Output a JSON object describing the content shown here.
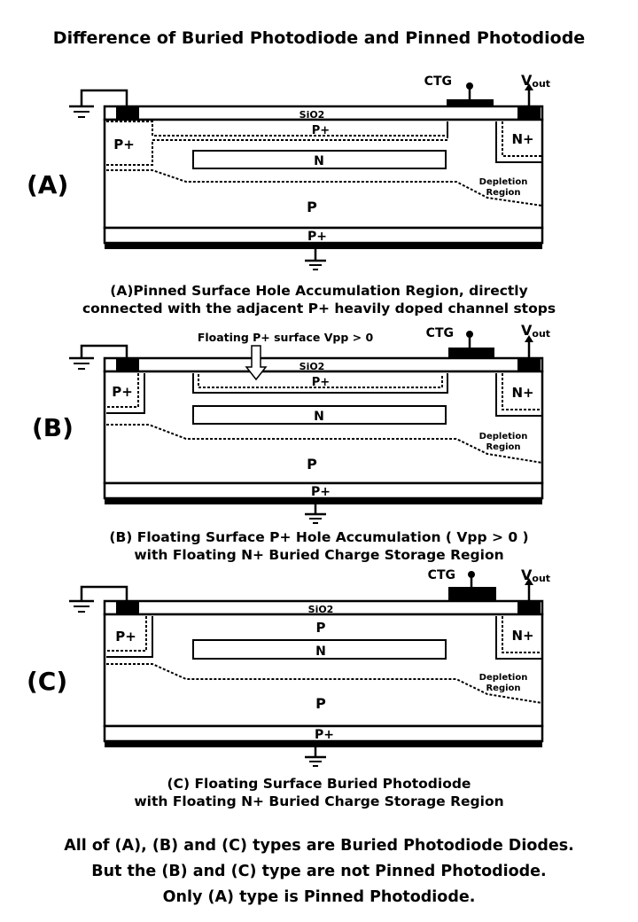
{
  "title": "Difference of Buried Photodiode and Pinned Photodiode",
  "common": {
    "sio2": "SiO2",
    "ctg": "CTG",
    "vout_main": "V",
    "vout_sub": "out",
    "p_plus": "P+",
    "n_plus": "N+",
    "n": "N",
    "p": "P",
    "depletion_line1": "Depletion",
    "depletion_line2": "Region"
  },
  "panels": [
    {
      "tag": "(A)",
      "surface_label": "P+",
      "caption_line1": "(A)Pinned Surface Hole  Accumulation Region,  directly",
      "caption_line2": "connected with the adjacent P+ heavily doped channel stops"
    },
    {
      "tag": "(B)",
      "surface_label": "P+",
      "annotation": "Floating P+  surface  Vpp  > 0",
      "caption_line1": "(B) Floating Surface P+ Hole Accumulation ( Vpp > 0 )",
      "caption_line2": "with Floating N+ Buried Charge Storage Region"
    },
    {
      "tag": "(C)",
      "surface_label": "P",
      "caption_line1": "(C) Floating Surface Buried Photodiode",
      "caption_line2": "with Floating N+ Buried Charge Storage Region"
    }
  ],
  "summary": {
    "line1": "All of (A), (B) and (C) types are Buried Photodiode Diodes.",
    "line2": "But the (B) and (C) type are not Pinned Photodiode.",
    "line3": "Only (A) type is Pinned Photodiode."
  }
}
